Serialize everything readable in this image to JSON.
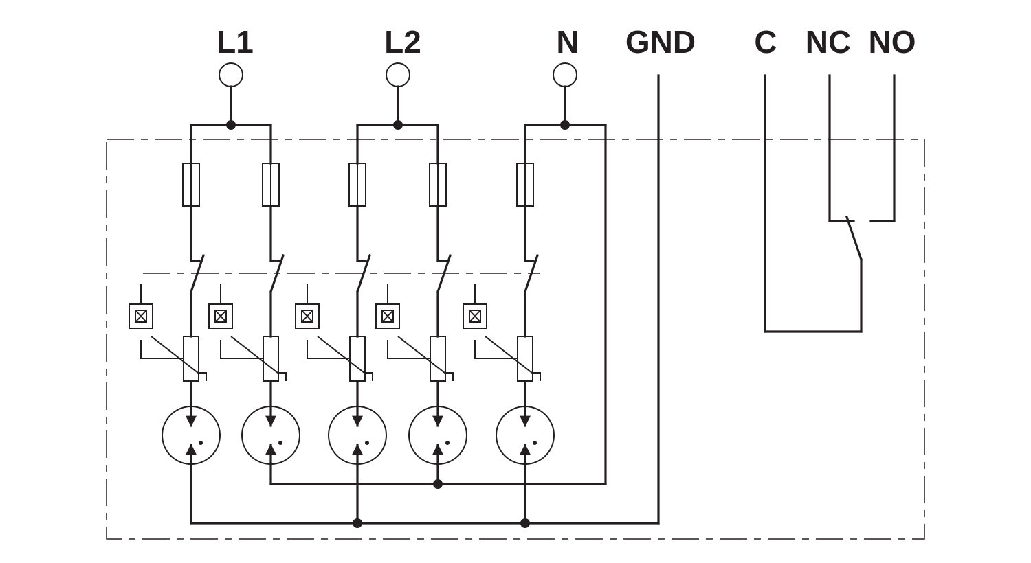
{
  "terminals": {
    "l1": "L1",
    "l2": "L2",
    "n": "N",
    "gnd": "GND",
    "c": "C",
    "nc": "NC",
    "no": "NO"
  },
  "colors": {
    "ink": "#231f20",
    "background": "#ffffff"
  },
  "protection_paths": 5
}
